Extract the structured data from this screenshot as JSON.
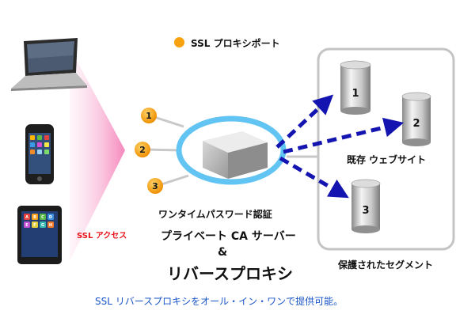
{
  "legend": {
    "label": "SSL プロキシポート",
    "dot_color": "#f7a20e"
  },
  "ports": [
    "1",
    "2",
    "3"
  ],
  "client_label": "SSL アクセス",
  "features": {
    "otp": "ワンタイムパスワード認証",
    "private_ca": "プライベート CA サーバー",
    "ampersand": "&",
    "reverse_proxy": "リバースプロキシ"
  },
  "servers": [
    "1",
    "2",
    "3"
  ],
  "existing_sites_label": "既存 ウェブサイト",
  "segment_label": "保護されたセグメント",
  "caption": "SSL リバースプロキシをオール・イン・ワンで提供可能。",
  "tablet_icons": [
    "A",
    "B",
    "C",
    "D",
    "E",
    "F",
    "G",
    "H"
  ],
  "colors": {
    "accent_orange": "#f7a20e",
    "arrow_blue": "#1414b0",
    "ring_blue": "#62c4f2",
    "client_label_red": "#e8141b",
    "caption_blue": "#1a55c8"
  }
}
